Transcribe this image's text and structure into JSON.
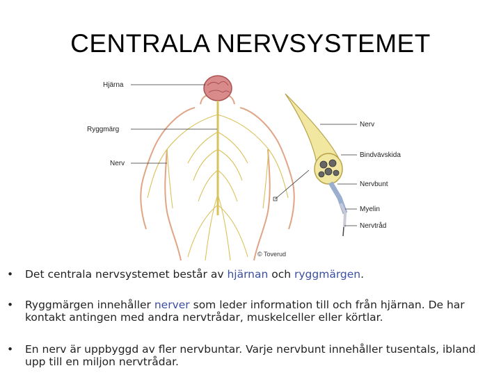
{
  "title": "CENTRALA NERVSYSTEMET",
  "figure": {
    "labels_left": [
      "Hjärna",
      "Ryggmärg",
      "Nerv"
    ],
    "labels_right": [
      "Nerv",
      "Bindvävskida",
      "Nervbunt",
      "Myelin",
      "Nervtråd"
    ],
    "copyright": "© Toverud"
  },
  "bullets": [
    {
      "parts": [
        "Det centrala nervsystemet består av ",
        "hjärnan",
        " och ",
        "ryggmärgen",
        "."
      ]
    },
    {
      "parts": [
        "Ryggmärgen innehåller ",
        "nerver",
        " som leder information till och från hjärnan. De har kontakt antingen med andra nervtrådar, muskelceller eller körtlar."
      ]
    },
    {
      "parts": [
        "En nerv är uppbyggd av fler nervbuntar. Varje nervbunt innehåller tusentals, ibland upp till en miljon nervtrådar."
      ]
    }
  ],
  "colors": {
    "nerve": "#d9c25a",
    "brain": "#d98a8a",
    "body_outline": "#e0a585",
    "bundle": "#f1e7a0"
  }
}
